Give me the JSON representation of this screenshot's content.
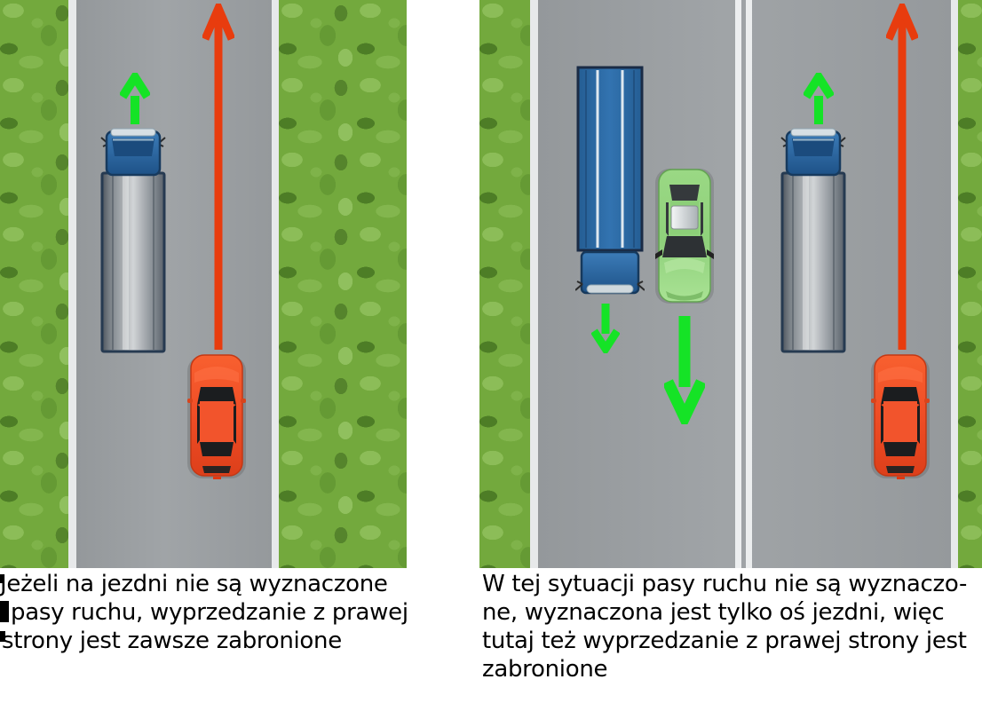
{
  "illustration": {
    "topic": "wyprzedzanie z prawej strony",
    "colors": {
      "background": "#ffffff",
      "road": "#9a9ea1",
      "grass": "#73a93d",
      "road_edge_line": "#e7e9ea",
      "arrow_red": "#e83c0e",
      "arrow_green": "#15e326",
      "truck_cab_blue": "#2d6ca6",
      "truck_trailer_gray": "#b5b9bd",
      "box_truck_blue": "#2f6fa9",
      "car_red": "#f0512a",
      "car_green": "#8fd17b",
      "text": "#000000"
    },
    "scenes": {
      "left": {
        "road_type": "jezdnia bez wyznaczonych pasow ruchu",
        "vehicles": [
          {
            "name": "truck-gray-trailer",
            "direction": "up",
            "arrow": "green-up-short"
          },
          {
            "name": "car-red",
            "direction": "up",
            "arrow": "red-up-long"
          }
        ]
      },
      "right": {
        "road_type": "jezdnia z wyznaczona tylko osia jezdni (podwojna linia)",
        "vehicles": [
          {
            "name": "box-truck-blue",
            "direction": "down",
            "arrow": "green-down-short"
          },
          {
            "name": "car-green",
            "direction": "down",
            "arrow": "green-down-long"
          },
          {
            "name": "truck-gray-trailer",
            "direction": "up",
            "arrow": "green-up-short"
          },
          {
            "name": "car-red",
            "direction": "up",
            "arrow": "red-up-long"
          }
        ]
      }
    },
    "captions": {
      "left": {
        "lines": [
          "Jeżeli na jezdni nie są wyznaczone",
          "pasy ruchu, wyprzedzanie z prawej",
          "strony jest zawsze zabronione"
        ]
      },
      "right": {
        "lines": [
          "W tej sytuacji pasy ruchu nie są wyznaczo-",
          "ne, wyznaczona jest tylko oś jezdni, więc",
          "tutaj też wyprzedzanie z prawej strony jest",
          "zabronione"
        ]
      }
    }
  }
}
